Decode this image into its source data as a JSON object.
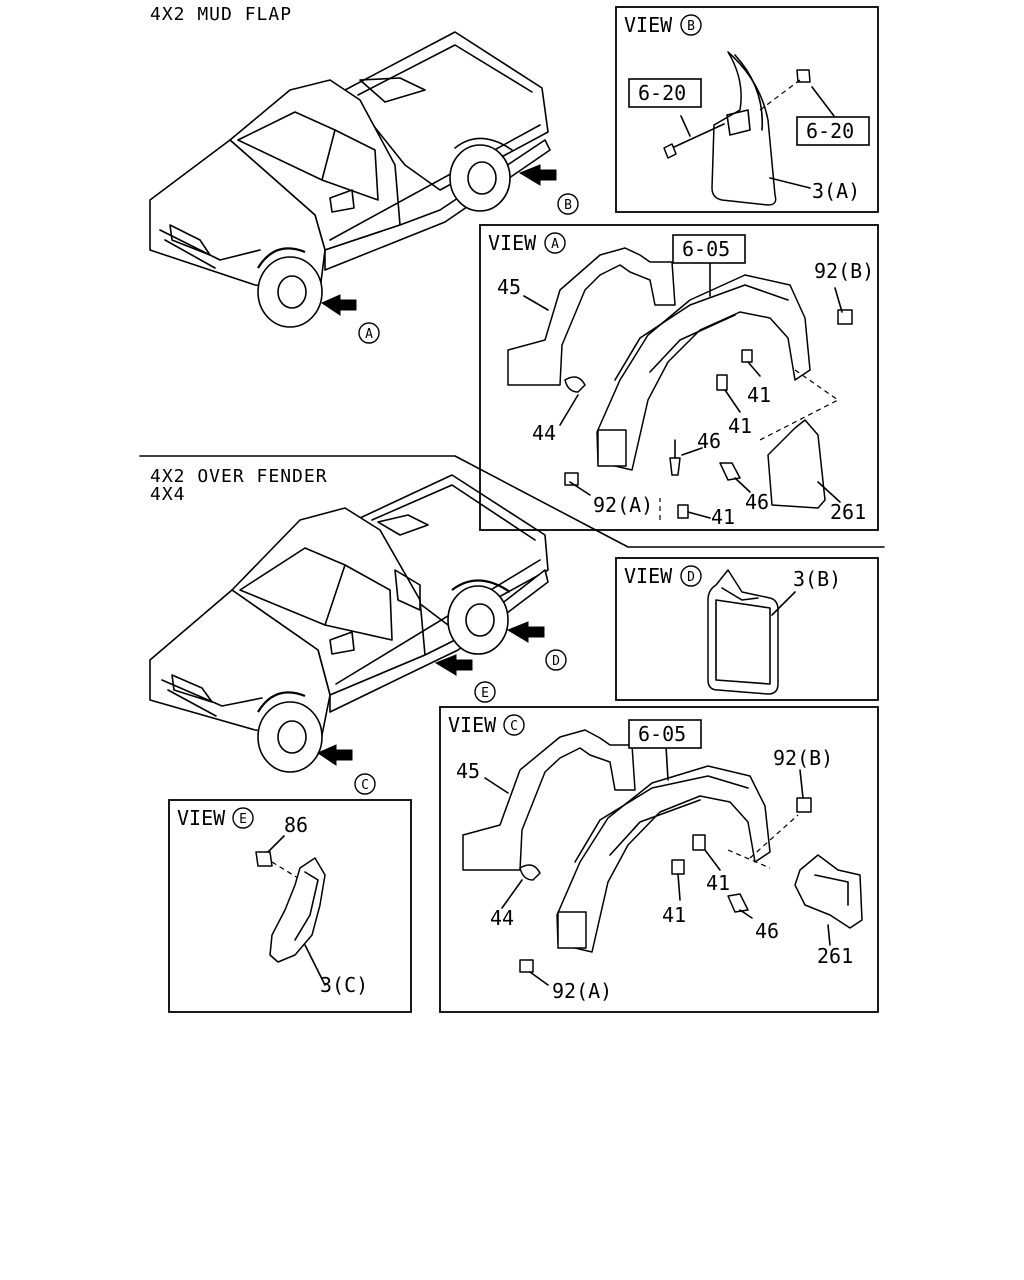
{
  "sections": {
    "mud_flap_title": "4X2 MUD FLAP",
    "over_fender_title_1": "4X2 OVER FENDER",
    "over_fender_title_2": "4X4"
  },
  "views": {
    "b": {
      "title": "VIEW",
      "letter": "B",
      "ref_left": "6-20",
      "ref_right": "6-20",
      "part": "3(A)"
    },
    "a": {
      "title": "VIEW",
      "letter": "A",
      "ref": "6-05",
      "labels": {
        "p45": "45",
        "p44": "44",
        "p92b": "92(B)",
        "p41a": "41",
        "p41b": "41",
        "p46a": "46",
        "p92a": "92(A)",
        "p41c": "41",
        "p46b": "46",
        "p261": "261"
      }
    },
    "d": {
      "title": "VIEW",
      "letter": "D",
      "part": "3(B)"
    },
    "c": {
      "title": "VIEW",
      "letter": "C",
      "ref": "6-05",
      "labels": {
        "p45": "45",
        "p92b": "92(B)",
        "p44": "44",
        "p41a": "41",
        "p41b": "41",
        "p46": "46",
        "p261": "261",
        "p92a": "92(A)"
      }
    },
    "e": {
      "title": "VIEW",
      "letter": "E",
      "p86": "86",
      "part": "3(C)"
    }
  },
  "truck_markers": {
    "top": {
      "a": "A",
      "b": "B"
    },
    "bottom": {
      "c": "C",
      "d": "D",
      "e": "E"
    }
  }
}
